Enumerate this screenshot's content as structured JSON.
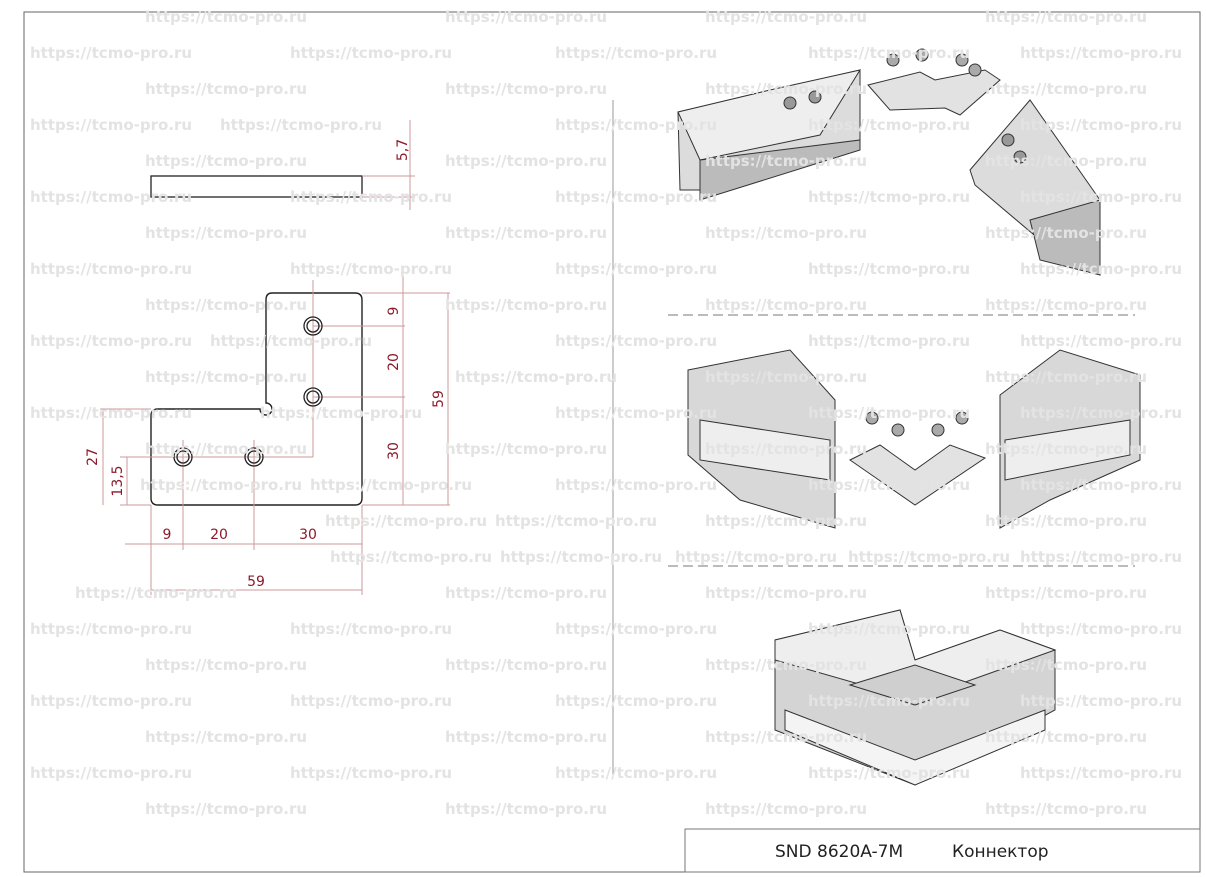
{
  "watermark": "https://tcmo-pro.ru",
  "drawing": {
    "thickness_label": "5,7",
    "dims": {
      "v_top": "9",
      "v_mid": "20",
      "v_bottom": "30",
      "v_total": "59",
      "h_left": "9",
      "h_mid": "20",
      "h_right": "30",
      "h_total": "59",
      "left_height": "27",
      "hole_offset": "13,5"
    }
  },
  "title_block": {
    "code": "SND 8620A-7M",
    "name": "Коннектор"
  },
  "colors": {
    "dimension": "#8b1a2a",
    "outline": "#222222",
    "watermark": "#e6e6e6"
  }
}
